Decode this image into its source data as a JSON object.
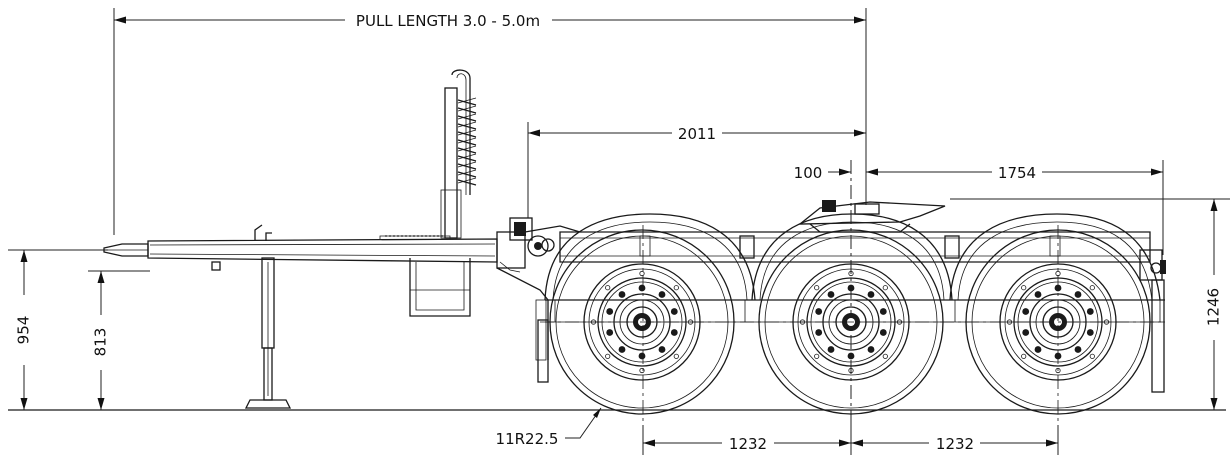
{
  "dimensions": {
    "pull_length": "PULL LENGTH 3.0 - 5.0m",
    "coupling_to_turntable": "2011",
    "turntable_offset": "100",
    "turntable_to_rear": "1754",
    "drawbar_height": "954",
    "pivot_height": "813",
    "turntable_height": "1246",
    "axle_spacing_1": "1232",
    "axle_spacing_2": "1232",
    "tyre_size": "11R22.5"
  }
}
